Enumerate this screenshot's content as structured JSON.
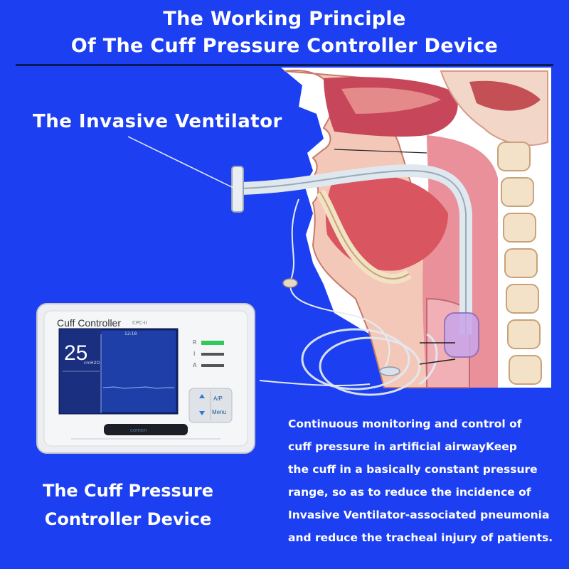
{
  "title": {
    "line1": "The Working Principle",
    "line2": "Of The Cuff Pressure Controller Device"
  },
  "labels": {
    "ventilator": "The Invasive Ventilator",
    "device_line1": "The  Cuff Pressure",
    "device_line2": "Controller Device"
  },
  "description": [
    "Continuous monitoring and control of",
    "cuff pressure in artificial airwayKeep",
    "the cuff in a basically constant pressure",
    "range, so as to reduce the incidence of",
    "Invasive Ventilator-associated pneumonia",
    "and reduce the tracheal injury of patients."
  ],
  "device": {
    "title": "Cuff Controller",
    "model": "CPC-II",
    "screen_value": "25",
    "screen_unit": "cmH2O",
    "screen_time": "12:18",
    "indicators": [
      "R",
      "I",
      "A"
    ],
    "button_ap": "A/P",
    "button_menu": "Menu",
    "brand": "comen"
  },
  "colors": {
    "background": "#1c3ff2",
    "text": "#ffffff",
    "rule": "#0a1a55",
    "screen_bg": "#1f3fa8"
  }
}
